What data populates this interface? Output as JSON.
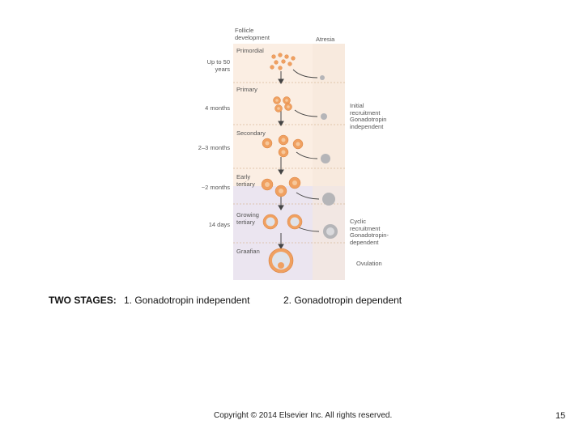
{
  "figure": {
    "header": {
      "development": "Follicle development",
      "atresia": "Atresia"
    },
    "stages": [
      {
        "label": "Primordial",
        "duration": "Up to 50 years"
      },
      {
        "label": "Primary",
        "duration": "4 months"
      },
      {
        "label": "Secondary",
        "duration": "2–3 months"
      },
      {
        "label": "Early tertiary",
        "duration": "~2 months"
      },
      {
        "label": "Growing tertiary",
        "duration": "14 days"
      },
      {
        "label": "Graafian",
        "duration": ""
      }
    ],
    "side_notes": {
      "initial": "Initial recruitment Gonadotropin independent",
      "cyclic": "Cyclic recruitment Gonadotropin-dependent",
      "ovulation": "Ovulation"
    },
    "colors": {
      "upper_band": "#fbeee3",
      "lower_band": "#ebe5f0",
      "follicle": "#f0a060",
      "follicle_core": "#f6c89c",
      "atretic": "#b5b5b8"
    }
  },
  "caption": {
    "lead": "TWO STAGES:",
    "stage1": "1. Gonadotropin independent",
    "stage2": "2. Gonadotropin dependent"
  },
  "footer": {
    "copyright": "Copyright © 2014 Elsevier Inc. All rights reserved.",
    "page_number": "15"
  }
}
